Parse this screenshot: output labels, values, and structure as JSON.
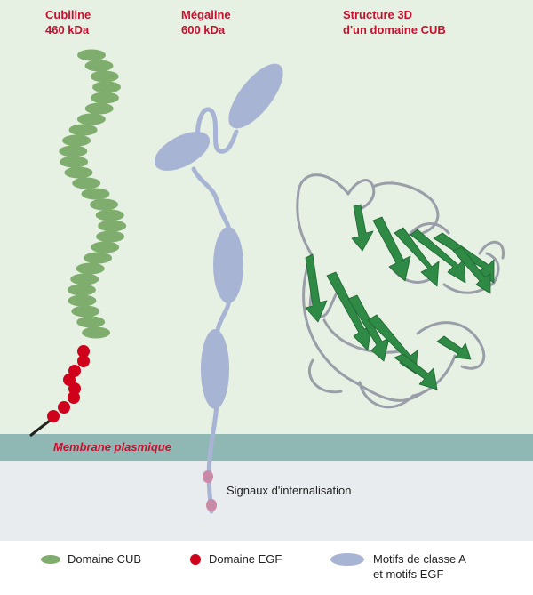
{
  "titles": {
    "cubiline": {
      "name": "Cubiline",
      "mass": "460 kDa"
    },
    "megaline": {
      "name": "Mégaline",
      "mass": "600 kDa"
    },
    "cub_structure": {
      "line1": "Structure 3D",
      "line2": "d'un domaine CUB"
    }
  },
  "labels": {
    "membrane": "Membrane plasmique",
    "signals": "Signaux d'internalisation"
  },
  "legend": {
    "cub": "Domaine CUB",
    "egf": "Domaine EGF",
    "class_a_line1": "Motifs de classe A",
    "class_a_line2": "et motifs EGF"
  },
  "colors": {
    "background_top": "#e6f0e3",
    "membrane": "#8fb8b5",
    "cytoplasm": "#e8ecee",
    "cub_domain": "#7fad6e",
    "egf_domain": "#d0021b",
    "megalin": "#a8b4d4",
    "signal_motif": "#c98aa8",
    "beta_strand": "#2f8a45",
    "loop": "#9a9ea8",
    "title_red": "#c8102e"
  }
}
